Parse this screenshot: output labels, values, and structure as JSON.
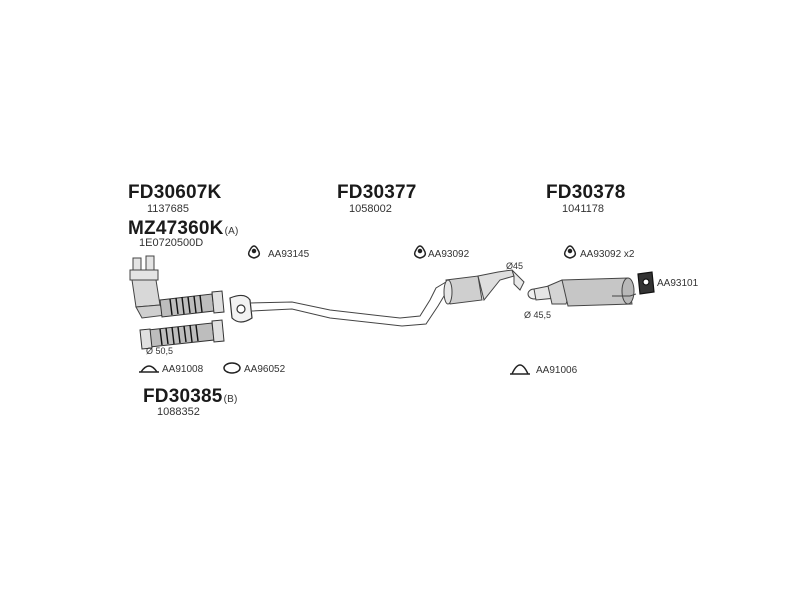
{
  "parts": {
    "p1": {
      "code": "FD30607K",
      "ref": "1137685"
    },
    "p2": {
      "code": "MZ47360K",
      "suffix": "(A)",
      "ref": "1E0720500D"
    },
    "p3": {
      "code": "FD30377",
      "ref": "1058002"
    },
    "p4": {
      "code": "FD30378",
      "ref": "1041178"
    },
    "p5": {
      "code": "FD30385",
      "suffix": "(B)",
      "ref": "1088352"
    }
  },
  "accessories": {
    "a1": "AA93145",
    "a2": "AA93092",
    "a3": "AA93092 x2",
    "a4": "AA93101",
    "a5": "AA91008",
    "a6": "AA96052",
    "a7": "AA91006"
  },
  "dimensions": {
    "d1": "Ø 50,5",
    "d2": "Ø45",
    "d3": "Ø 45,5"
  }
}
